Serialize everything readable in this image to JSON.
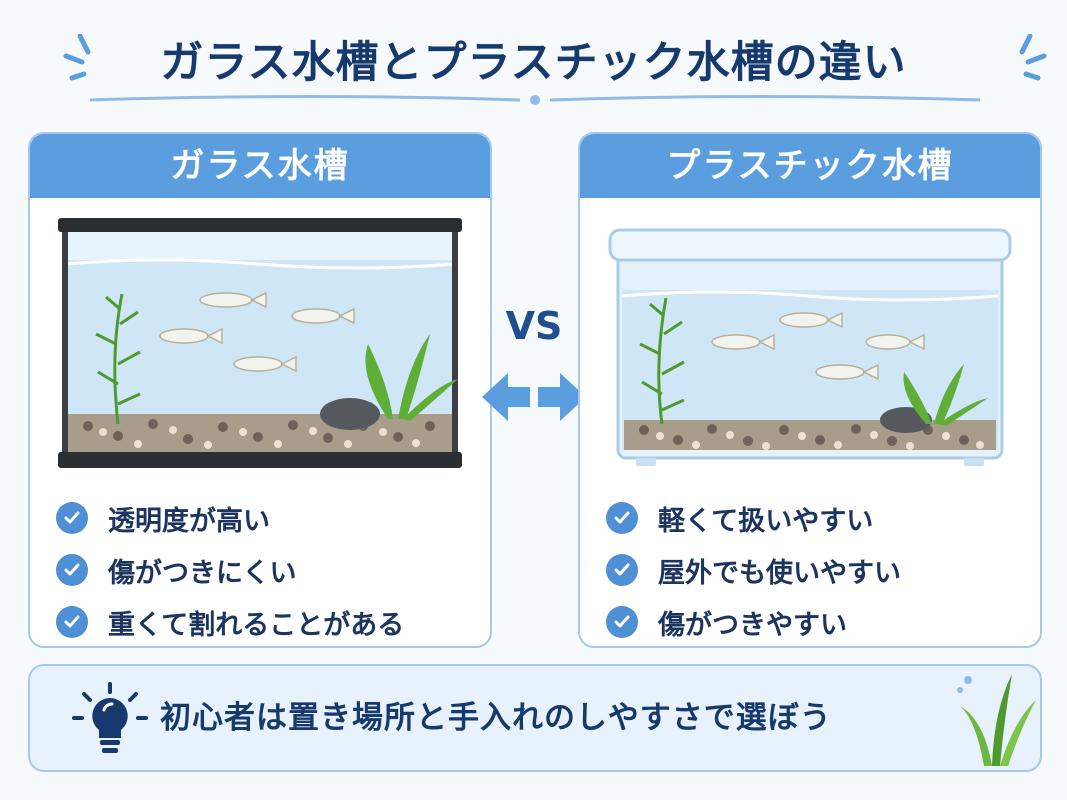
{
  "title": "ガラス水槽とプラスチック水槽の違い",
  "vs_label": "VS",
  "glass": {
    "heading": "ガラス水槽",
    "points": [
      "透明度が高い",
      "傷がつきにくい",
      "重くて割れることがある"
    ]
  },
  "plastic": {
    "heading": "プラスチック水槽",
    "points": [
      "軽くて扱いやすい",
      "屋外でも使いやすい",
      "傷がつきやすい"
    ]
  },
  "tip": "初心者は置き場所と手入れのしやすさで選ぼう",
  "colors": {
    "header_blue": "#5b9ee0",
    "title_navy": "#173a6e",
    "check_blue": "#4f8fd6",
    "panel_border": "#a6c8ea",
    "water": "#cfe6f7"
  },
  "icons": [
    "check-icon",
    "arrow-left-icon",
    "arrow-right-icon",
    "light-bulb-icon",
    "water-splash-icon",
    "grass-icon",
    "fish-icon",
    "water-plant-icon"
  ]
}
